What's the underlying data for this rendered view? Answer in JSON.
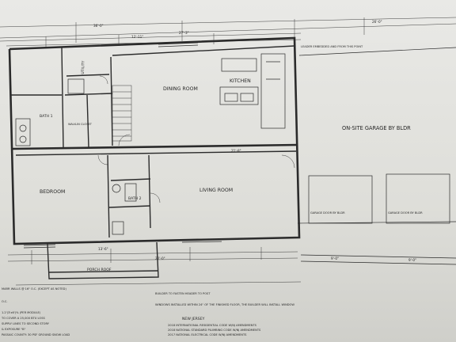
{
  "rooms": {
    "dining_room": "DINING ROOM",
    "kitchen": "KITCHEN",
    "utility": "UTILITY",
    "bath_1": "BATH 1",
    "bath_2": "BATH 2",
    "walk_in_closet": "WALK-IN CLOSET",
    "bedroom_2": "BEDROOM",
    "living_room": "LIVING ROOM",
    "garage": "ON-SITE GARAGE BY BLDR",
    "porch_roof": "PORCH ROOF"
  },
  "dimensions": {
    "top_overall": "36'-0\"",
    "second_row": "27'-3\"",
    "left_segment": "12'-11\"",
    "living_room_width": "21'-8\"",
    "garage_overall": "26'-0\"",
    "garage_door_1": "9'-0\"",
    "garage_door_2": "9'-0\"",
    "bottom_segment": "22'-0\"",
    "porch_width": "13'-6\""
  },
  "notes": {
    "marriage_walls": "MARR WALLS @ 16\" O.C. (EXCEPT AS NOTED)",
    "oc": "O.C.",
    "new_jersey": "NEW JERSEY",
    "leader_note": "LEADER EMBEDDED AND FROM THIS POINT",
    "garage_door_note_1": "GARAGE DOOR BY BLDR",
    "garage_door_note_2": "GARAGE DOOR BY BLDR",
    "builder_note": "BUILDER TO FASTEN HEADER TO POST",
    "window_note": "WINDOWS INSTALLED WITHIN 24\" OF THE FINISHED FLOOR, THE BUILDER WILL INSTALL WINDOW",
    "code_1": "2018 INTERNATIONAL RESIDENTIAL CODE W/NJ AMENDMENTS",
    "code_2": "2018 NATIONAL STANDARD PLUMBING CODE W/NJ AMENDMENTS",
    "code_3": "2017 NATIONAL ELECTRICAL CODE W/NJ AMENDMENTS",
    "legend_1": "1.2'(3'x6')% (PER MODULE)",
    "legend_2": "TO COVER A 25,000 BTU LOSS",
    "legend_3": "SUPPLY LINES TO SECOND STORY",
    "legend_4": "& EXPOSURE \"B\"",
    "legend_5": "PASSAIC COUNTY: 30 PSF GROUND SNOW LOAD"
  }
}
